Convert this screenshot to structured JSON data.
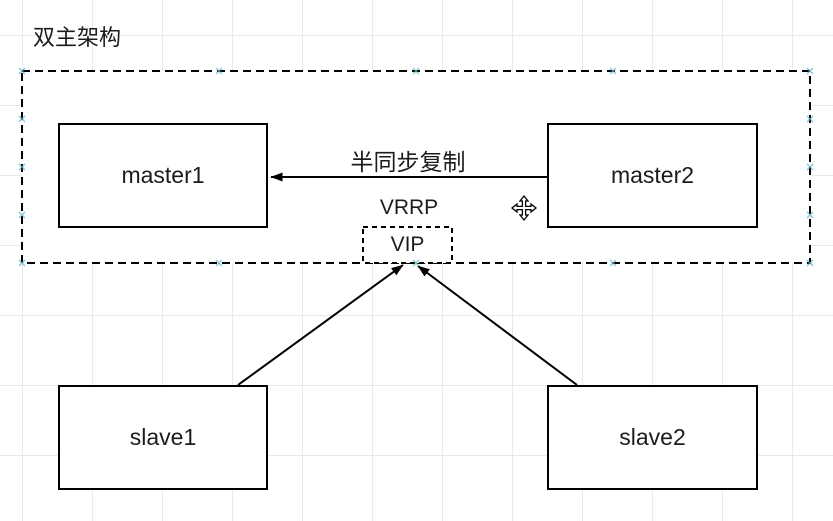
{
  "title": "双主架构",
  "diagram": {
    "nodes": [
      {
        "id": "master1",
        "label": "master1",
        "shape": "solid-rect"
      },
      {
        "id": "master2",
        "label": "master2",
        "shape": "solid-rect"
      },
      {
        "id": "slave1",
        "label": "slave1",
        "shape": "solid-rect"
      },
      {
        "id": "slave2",
        "label": "slave2",
        "shape": "solid-rect"
      },
      {
        "id": "vip",
        "label": "VIP",
        "shape": "dashed-rect"
      },
      {
        "id": "ha-group",
        "label": "",
        "shape": "dashed-container"
      }
    ],
    "vrrp_label": "VRRP",
    "edges": [
      {
        "from": "master2",
        "to": "master1",
        "label": "半同步复制"
      },
      {
        "from": "slave1",
        "to": "vip",
        "label": ""
      },
      {
        "from": "slave2",
        "to": "vip",
        "label": ""
      }
    ]
  },
  "icons": {
    "move_cursor": "move-cursor-icon",
    "connection_point": "connection-point-icon"
  },
  "colors": {
    "canvas_background": "#ffffff",
    "grid_line": "#e9e9e9",
    "shape_stroke": "#000000",
    "text": "#1c1c1c",
    "connection_point": "#5fb0c8"
  }
}
